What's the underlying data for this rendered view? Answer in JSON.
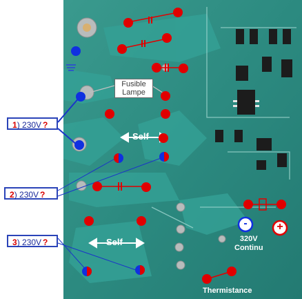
{
  "fuse": {
    "line1": "Fusible",
    "line2": "Lampe"
  },
  "self_labels": [
    "Self",
    "Self"
  ],
  "callouts": [
    {
      "num": "1",
      "text": ") 230V",
      "q": "?"
    },
    {
      "num": "2",
      "text": ") 230V",
      "q": "?"
    },
    {
      "num": "3",
      "text": ") 230V",
      "q": "?"
    }
  ],
  "dc": {
    "line1": "320V",
    "line2": "Continu",
    "minus": "-",
    "plus": "+"
  },
  "thermistance": "Thermistance",
  "colors": {
    "board": "#2c8a80",
    "trace": "#2f9a8f",
    "red_marker": "#e00000",
    "blue_marker": "#1030e0",
    "callout_border": "#2a43b8"
  }
}
